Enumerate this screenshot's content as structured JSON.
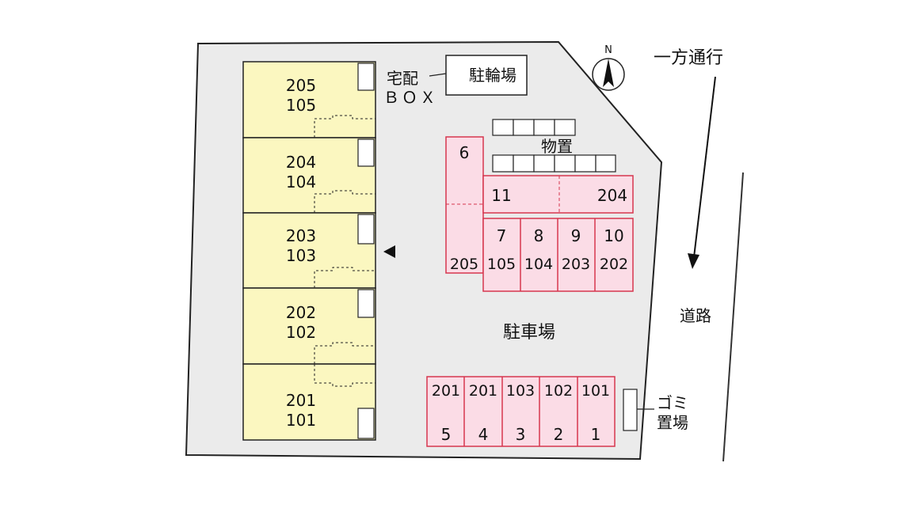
{
  "labels": {
    "delivery_box_line1": "宅配",
    "delivery_box_line2": "ＢＯＸ",
    "bicycle_parking": "駐輪場",
    "storage": "物置",
    "one_way": "一方通行",
    "road": "道路",
    "parking": "駐車場",
    "garbage_line1": "ゴミ",
    "garbage_line2": "置場",
    "north": "N"
  },
  "buildings": [
    {
      "upper": "205",
      "lower": "105"
    },
    {
      "upper": "204",
      "lower": "104"
    },
    {
      "upper": "203",
      "lower": "103"
    },
    {
      "upper": "202",
      "lower": "102"
    },
    {
      "upper": "201",
      "lower": "101"
    }
  ],
  "parking_top": {
    "space_6": {
      "number": "6",
      "unit": "205"
    },
    "space_11": {
      "number": "11",
      "unit": "204"
    },
    "row": [
      {
        "number": "7",
        "unit": "105"
      },
      {
        "number": "8",
        "unit": "104"
      },
      {
        "number": "9",
        "unit": "203"
      },
      {
        "number": "10",
        "unit": "202"
      }
    ]
  },
  "parking_bottom": [
    {
      "unit": "201",
      "number": "5"
    },
    {
      "unit": "201",
      "number": "4"
    },
    {
      "unit": "103",
      "number": "3"
    },
    {
      "unit": "102",
      "number": "2"
    },
    {
      "unit": "101",
      "number": "1"
    }
  ],
  "colors": {
    "lot_fill": "#ebebeb",
    "building_fill": "#fbf7c0",
    "parking_fill": "#fbdce6",
    "parking_stroke": "#d6364e",
    "outline": "#222222"
  }
}
